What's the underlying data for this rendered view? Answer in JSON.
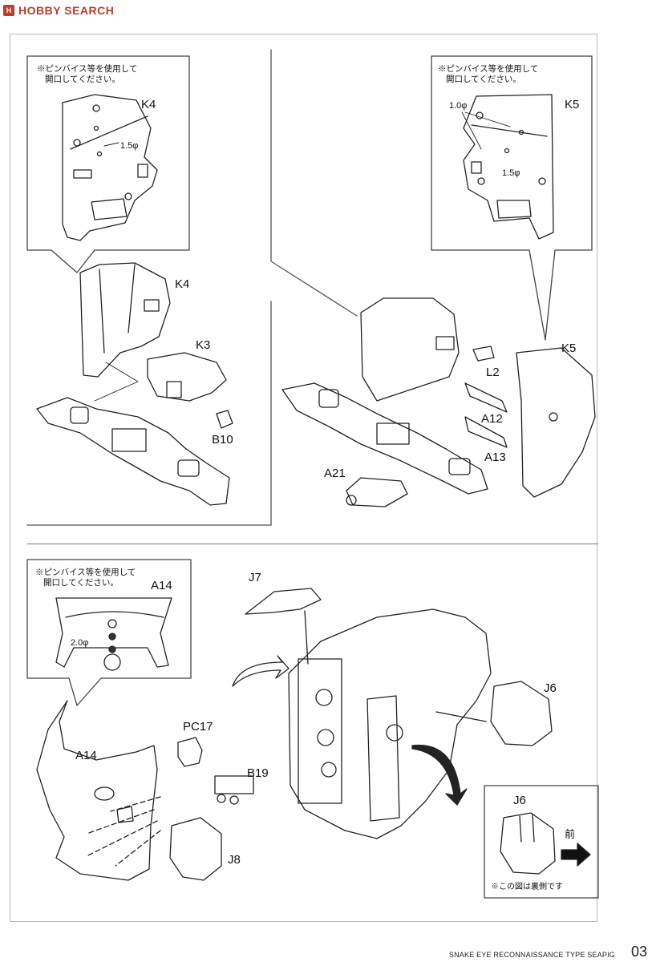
{
  "watermark": {
    "logo": "H",
    "text": "HOBBY SEARCH"
  },
  "upper": {
    "callout_left": {
      "note_line1": "※ピンバイス等を使用して",
      "note_line2": "開口してください。",
      "part": "K4",
      "drill": "1.5φ"
    },
    "callout_right": {
      "note_line1": "※ピンバイス等を使用して",
      "note_line2": "開口してください。",
      "part": "K5",
      "drill_a": "1.0φ",
      "drill_b": "1.5φ"
    },
    "labels_left": [
      "K4",
      "K3",
      "B10"
    ],
    "labels_right": [
      "K5",
      "L2",
      "A12",
      "A13",
      "A21"
    ]
  },
  "lower": {
    "callout": {
      "note_line1": "※ピンバイス等を使用して",
      "note_line2": "開口してください。",
      "part": "A14",
      "drill": "2.0φ"
    },
    "labels": [
      "A14",
      "PC17",
      "B19",
      "J8",
      "J7",
      "J6"
    ],
    "inset": {
      "part": "J6",
      "direction": "前",
      "caption": "※この図は裏側です"
    }
  },
  "footer": {
    "title": "SNAKE EYE RECONNAISSANCE TYPE SEAPIG",
    "page": "03"
  }
}
